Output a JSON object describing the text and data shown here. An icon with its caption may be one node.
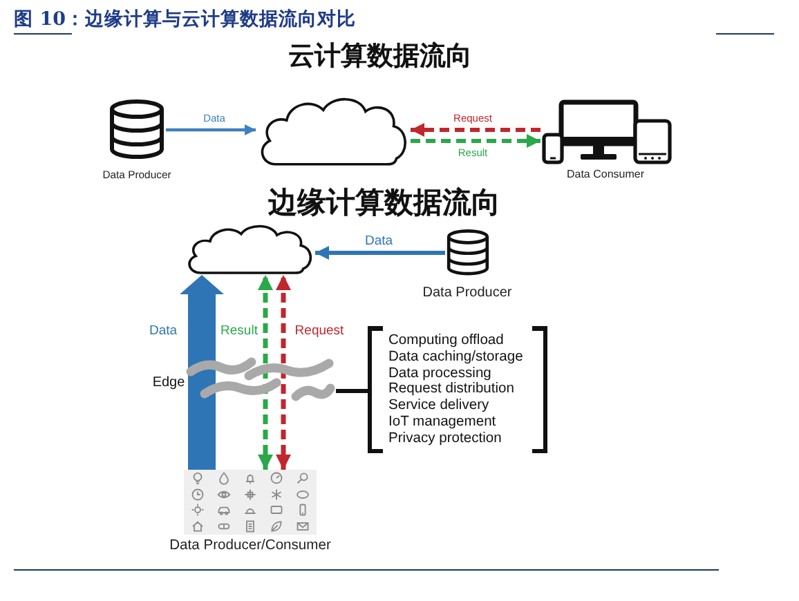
{
  "diagram": {
    "title": "图 10：边缘计算与云计算数据流向对比",
    "nodes": [
      {
        "text": [],
        "shape": "cylinder",
        "beside": [
          "Data Producer"
        ]
      },
      {
        "text": [],
        "shape": "cloud"
      },
      {
        "text": [],
        "shape": "picture",
        "beside": [
          "Data Consumer"
        ]
      },
      {
        "text": [],
        "shape": "cloud"
      },
      {
        "text": [],
        "shape": "cylinder",
        "beside": [
          "Data Producer"
        ]
      },
      {
        "text": [
          "Computing offload",
          "Data caching/storage",
          "Data processing",
          "Request distribution",
          "Service delivery",
          "IoT management",
          "Privacy protection"
        ]
      },
      {
        "text": [],
        "shape": "band"
      },
      {
        "text": [],
        "shape": "picture",
        "beside": [
          "Data Producer/Consumer"
        ]
      }
    ],
    "edges": [
      {
        "from": 0,
        "to": 1,
        "arrow": "to",
        "label": "Data",
        "color": "#3f7fbf"
      },
      {
        "from": 2,
        "to": 1,
        "arrow": "to",
        "label": "Request",
        "style": "dashed",
        "color": "#c0272d"
      },
      {
        "from": 1,
        "to": 2,
        "arrow": "to",
        "label": "Result",
        "style": "dashed",
        "color": "#2aa84a"
      },
      {
        "from": 4,
        "to": 3,
        "arrow": "to",
        "label": "Data",
        "color": "#2e75b6"
      },
      {
        "from": 7,
        "to": 3,
        "arrow": "to",
        "label": "Data",
        "style": "thick",
        "color": "#2e75b6"
      },
      {
        "from": 7,
        "to": 3,
        "arrow": "both",
        "label": "Result",
        "style": "dashed",
        "color": "#2aa84a"
      },
      {
        "from": 7,
        "to": 3,
        "arrow": "both",
        "label": "Request",
        "style": "dashed",
        "color": "#c0272d"
      },
      {
        "from": 5,
        "to": 6,
        "arrow": "none",
        "color": "#111111"
      }
    ],
    "labels": [
      "云计算数据流向",
      "边缘计算数据流向",
      "Edge"
    ]
  }
}
